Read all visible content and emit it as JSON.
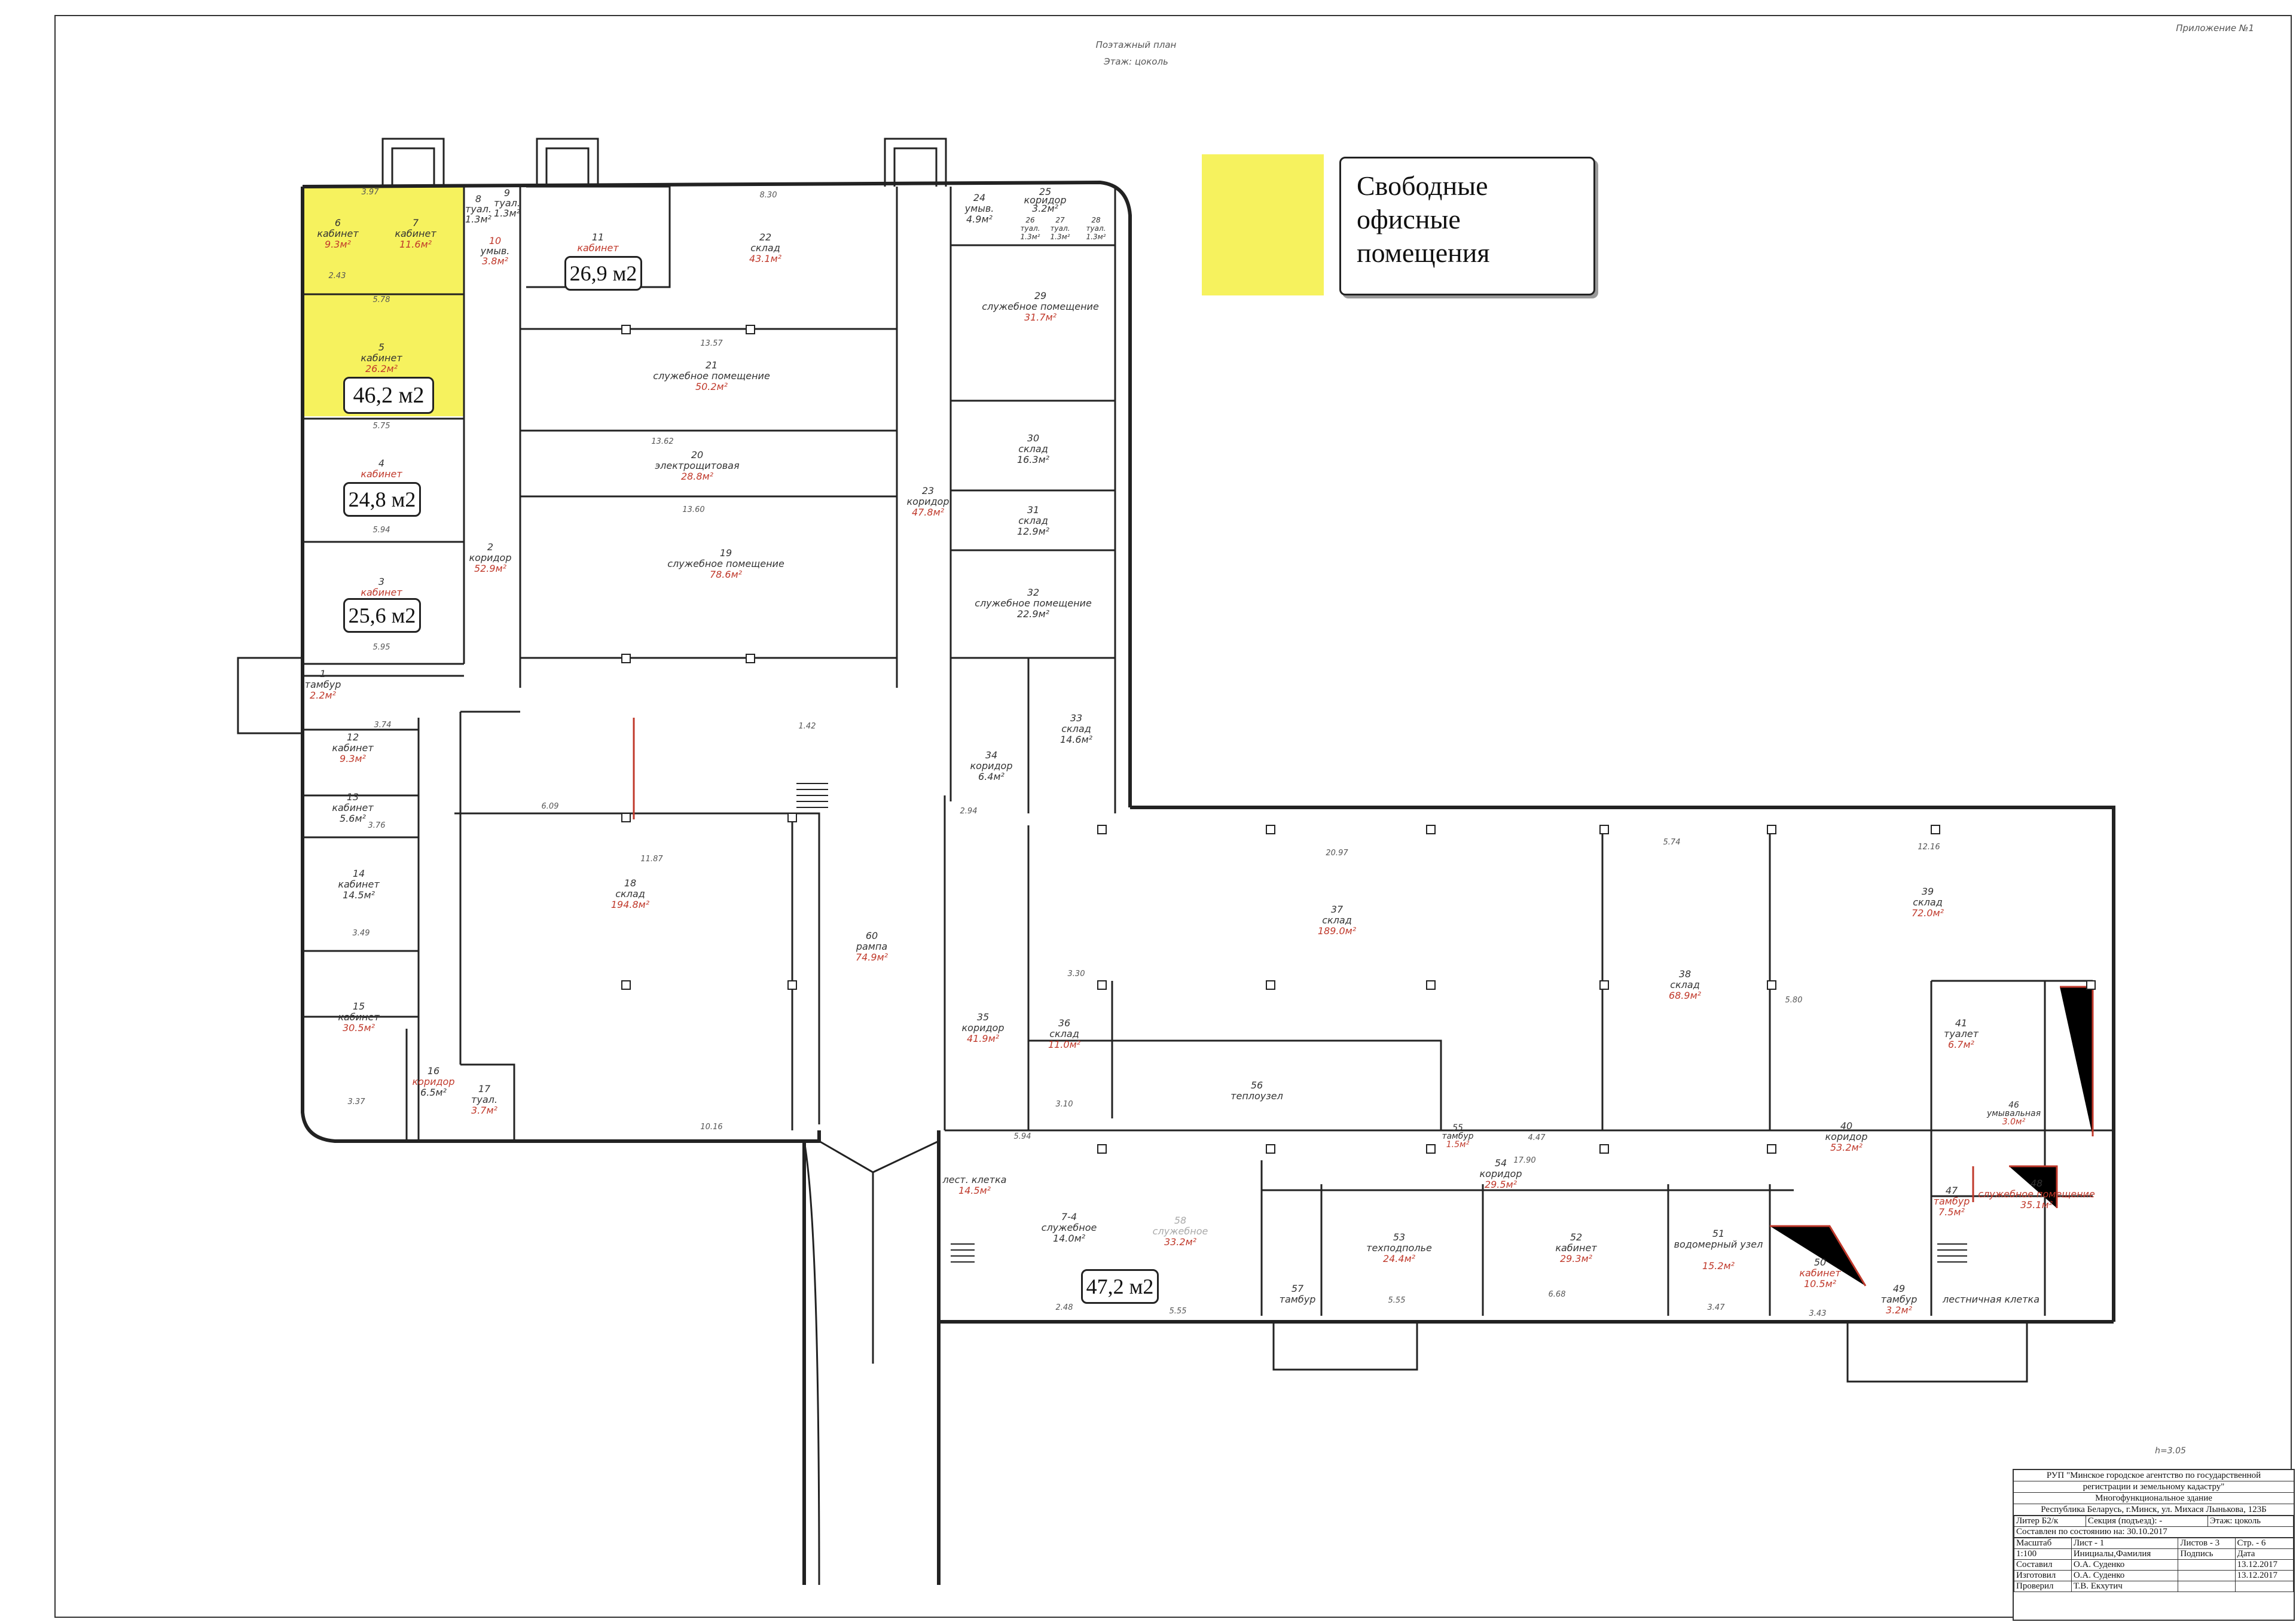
{
  "header": {
    "appendix": "Приложение №1",
    "title_line1": "Поэтажный план",
    "title_line2": "Этаж: цоколь"
  },
  "legend": {
    "line1": "Свободные",
    "line2": "офисные",
    "line3": "помещения",
    "swatch_color": "#f6f25e"
  },
  "area_labels": {
    "a1": "46,2 м2",
    "a2": "24,8 м2",
    "a3": "25,6 м2",
    "a4": "26,9 м2",
    "a5": "47,2 м2"
  },
  "rooms": [
    {
      "num": "6",
      "name": "кабинет",
      "area": "9.3м²"
    },
    {
      "num": "7",
      "name": "кабинет",
      "area": "11.6м²"
    },
    {
      "num": "5",
      "name": "кабинет",
      "area": "26.2м²"
    },
    {
      "num": "4",
      "name": "кабинет",
      "area": ""
    },
    {
      "num": "3",
      "name": "кабинет",
      "area": ""
    },
    {
      "num": "2",
      "name": "коридор",
      "area": "52.9м²"
    },
    {
      "num": "8",
      "name": "туал.",
      "area": "1.3м²"
    },
    {
      "num": "9",
      "name": "туал.",
      "area": "1.3м²"
    },
    {
      "num": "10",
      "name": "умыв.",
      "area": "3.8м²"
    },
    {
      "num": "11",
      "name": "кабинет",
      "area": ""
    },
    {
      "num": "22",
      "name": "склад",
      "area": "43.1м²"
    },
    {
      "num": "21",
      "name": "служебное помещение",
      "area": "50.2м²"
    },
    {
      "num": "20",
      "name": "электрощитовая",
      "area": "28.8м²"
    },
    {
      "num": "19",
      "name": "служебное помещение",
      "area": "78.6м²"
    },
    {
      "num": "23",
      "name": "коридор",
      "area": "47.8м²"
    },
    {
      "num": "24",
      "name": "умыв.",
      "area": "4.9м²"
    },
    {
      "num": "25",
      "name": "коридор",
      "area": "3.2м²"
    },
    {
      "num": "26",
      "name": "туал.",
      "area": "1.3м²"
    },
    {
      "num": "27",
      "name": "туал.",
      "area": "1.3м²"
    },
    {
      "num": "28",
      "name": "туал.",
      "area": "1.3м²"
    },
    {
      "num": "29",
      "name": "служебное помещение",
      "area": "31.7м²"
    },
    {
      "num": "30",
      "name": "склад",
      "area": "16.3м²"
    },
    {
      "num": "31",
      "name": "склад",
      "area": "12.9м²"
    },
    {
      "num": "32",
      "name": "служебное помещение",
      "area": "22.9м²"
    },
    {
      "num": "33",
      "name": "склад",
      "area": "14.6м²"
    },
    {
      "num": "34",
      "name": "коридор",
      "area": "6.4м²"
    },
    {
      "num": "1",
      "name": "тамбур",
      "area": "2.2м²"
    },
    {
      "num": "12",
      "name": "кабинет",
      "area": "9.3м²"
    },
    {
      "num": "13",
      "name": "кабинет",
      "area": "5.6м²"
    },
    {
      "num": "14",
      "name": "кабинет",
      "area": "14.5м²"
    },
    {
      "num": "15",
      "name": "кабинет",
      "area": "30.5м²"
    },
    {
      "num": "16",
      "name": "коридор",
      "area": "6.5м²"
    },
    {
      "num": "17",
      "name": "туал.",
      "area": "3.7м²"
    },
    {
      "num": "18",
      "name": "склад",
      "area": "194.8м²"
    },
    {
      "num": "60",
      "name": "рампа",
      "area": "74.9м²"
    },
    {
      "num": "35",
      "name": "коридор",
      "area": "41.9м²"
    },
    {
      "num": "36",
      "name": "склад",
      "area": "11.0м²"
    },
    {
      "num": "37",
      "name": "склад",
      "area": "189.0м²"
    },
    {
      "num": "38",
      "name": "склад",
      "area": "68.9м²"
    },
    {
      "num": "39",
      "name": "склад",
      "area": "72.0м²"
    },
    {
      "num": "56",
      "name": "теплоузел",
      "area": ""
    },
    {
      "num": "55",
      "name": "тамбур",
      "area": "1.5м²"
    },
    {
      "num": "54",
      "name": "коридор",
      "area": "29.5м²"
    },
    {
      "num": "53",
      "name": "техподполье",
      "area": "24.4м²"
    },
    {
      "num": "52",
      "name": "кабинет",
      "area": "29.3м²"
    },
    {
      "num": "51",
      "name": "водомерный узел",
      "area": "15.2м²"
    },
    {
      "num": "50",
      "name": "кабинет",
      "area": "10.5м²"
    },
    {
      "num": "40",
      "name": "коридор",
      "area": "53.2м²"
    },
    {
      "num": "41",
      "name": "туалет",
      "area": "6.7м²"
    },
    {
      "num": "46",
      "name": "умывальная",
      "area": "3.0м²"
    },
    {
      "num": "47",
      "name": "тамбур",
      "area": "7.5м²"
    },
    {
      "num": "48",
      "name": "служебное помещение",
      "area": "35.1м²"
    },
    {
      "num": "49",
      "name": "тамбур",
      "area": "3.2м²"
    },
    {
      "num": "57",
      "name": "тамбур",
      "area": ""
    },
    {
      "num": "58",
      "name": "служебное",
      "area": "33.2м²"
    },
    {
      "num": "7-4",
      "name": "служебное",
      "area": "14.0м²"
    },
    {
      "num": "",
      "name": "лест. клетка",
      "area": "14.5м²"
    },
    {
      "num": "",
      "name": "лестничная клетка",
      "area": ""
    }
  ],
  "height_note": "h=3.05",
  "stamp": {
    "org_line1": "РУП \"Минское городское агентство по государственной",
    "org_line2": "регистрации и земельному кадастру\"",
    "building": "Многофункциональное здание",
    "address": "Республика Беларусь, г.Минск, ул. Михася Лынькова, 123Б",
    "liter_label": "Литер Б2/к",
    "section_label": "Секция (подъезд): -",
    "floor_label": "Этаж: цоколь",
    "state_date": "Составлен по состоянию на: 30.10.2017",
    "scale_label": "Масштаб",
    "scale_value": "1:100",
    "sheet_label": "Лист -",
    "sheet_value": "1",
    "sheets_label": "Листов -",
    "sheets_value": "3",
    "page_label": "Стр. -",
    "page_value": "6",
    "col_initials": "Инициалы,Фамилия",
    "col_signature": "Подпись",
    "col_date": "Дата",
    "compiled_label": "Составил",
    "compiled_name": "О.А. Суденко",
    "compiled_date": "13.12.2017",
    "made_label": "Изготовил",
    "made_name": "О.А. Суденко",
    "made_date": "13.12.2017",
    "checked_label": "Проверил",
    "checked_name": "Т.В. Екхутич"
  }
}
